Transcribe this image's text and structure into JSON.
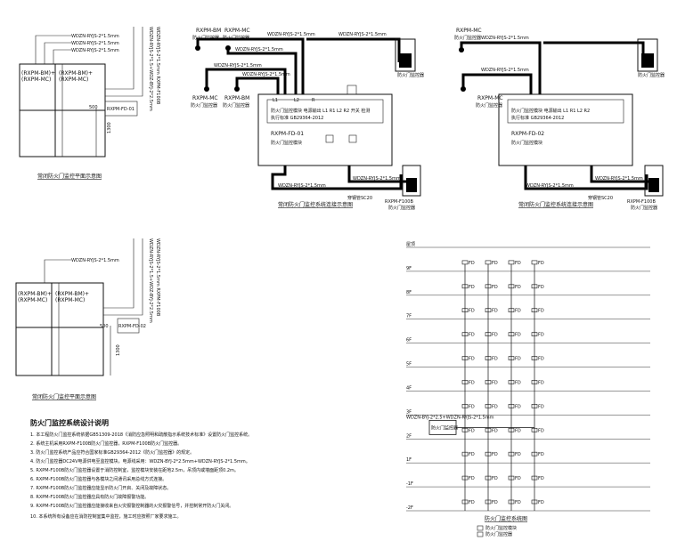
{
  "panel_a": {
    "cables": [
      "WDZN-RYJS-2*1.5mm",
      "WDZN-RYJS-2*1.5mm",
      "WDZN-RYJS-2*1.5mm"
    ],
    "doors": [
      "(RXPM-BM)+\n(RXPM-MC)",
      "(RXPM-BM)+\n(RXPM-MC)"
    ],
    "vertical_cable": "WDZN-RYJS-2*1.5+WDZ-BYJ-2*2.5mm",
    "vertical_cable2": "WDZN-RYJS-2*1.5mm RXPM-F100B",
    "box_label": "RXPM-FD-01",
    "dim_500": "500",
    "dim_1300": "1300",
    "caption": "常闭防火门监控平面示意图"
  },
  "panel_b": {
    "doors": [
      "(RXPM-BM)+\n(RXPM-MC)",
      "(RXPM-BM)+\n(RXPM-MC)"
    ],
    "cable": "WDZN-RYJS-2*1.5mm",
    "vertical_cable": "WDZN-RYJS-2*1.5+WDZ-BYJ-2*2.5mm",
    "vertical_cable2": "WDZN-RYJS-2*1.5mm RXPM-F100B",
    "box_label": "RXPM-FD-02",
    "dim_500": "500",
    "dim_1300": "1300",
    "caption": "常闭防火门监控平面示意图"
  },
  "panel_c": {
    "top_labels": [
      "RXPM-BM",
      "RXPM-MC"
    ],
    "top_sub": [
      "防火门监控器",
      "防火门监控器"
    ],
    "left_labels": [
      "RXPM-MC",
      "RXPM-BM"
    ],
    "left_sub": [
      "防火门监控器",
      "防火门监控器"
    ],
    "cables": [
      "WDZN-RYJS-2*1.5mm",
      "WDZN-RYJS-2*1.5mm",
      "WDZN-RYJS-2*1.5mm",
      "WDZN-RYJS-2*1.5mm",
      "WDZN-RYJS-2*1.5mm"
    ],
    "terminals": [
      "L1",
      "L2",
      "R"
    ],
    "box_line1": "防火门监控模块  电源输出 L1 R1 L2 R2 开关 检测",
    "box_line2": "执行标准 GB29364-2012",
    "box_id": "RXPM-FD-01",
    "box_type": "防火门监控模块",
    "bottom_cable": "WDZN-RYJS-2*1.5mm",
    "bottom_cable2": "WDZN-RYJS-2*1.5mm",
    "sc": "穿钢管SC20",
    "right_top": "防火门监控器",
    "right_bottom": "RXPM-F100B",
    "right_bottom_sub": "防火门监控器",
    "caption": "常闭防火门监控系统连接示意图"
  },
  "panel_d": {
    "top_label": "RXPM-MC",
    "top_sub": "防火门监控器",
    "left_label": "RXPM-MC",
    "left_sub": "防火门监控器",
    "cables": [
      "WDZN-RYJS-2*1.5mm",
      "WDZN-RYJS-2*1.5mm"
    ],
    "box_line1": "防火门监控模块  电源输出 L1 R1 L2 R2",
    "box_line2": "执行标准 GB29364-2012",
    "box_id": "RXPM-FD-02",
    "box_type": "防火门监控模块",
    "bottom_cable": "WDZN-RYJS-2*1.5mm",
    "bottom_cable2": "WDZN-RYJS-2*1.5mm",
    "sc": "穿钢管SC20",
    "right_top": "防火门监控器",
    "right_bottom": "RXPM-F100B",
    "right_bottom_sub": "防火门监控器",
    "caption": "常闭防火门监控系统连接示意图"
  },
  "notes": {
    "title": "防火门监控系统设计说明",
    "lines": [
      "1. 本工程防火门监控系统依据GB51309-2018《消防应急照明和疏散指示系统技术标准》设置防火门监控系统。",
      "2. 系统主机采用RXPM-F100B防火门监控器，RXPM-F100B防火门监控器。",
      "3. 防火门监控系统产品应符合国家标准GB29364-2012《防火门监控器》的规定。",
      "4. 防火门监控器DC24V电源供电至监控模块，电源线采用：WDZN-BYJ-2*2.5mm+WDZN-RYJS-2*1.5mm。",
      "5. RXPM-F100B防火门监控器设置于消防控制室，监控模块安装在距地2.5m，吊顶内或墙面距顶0.2m。",
      "6. RXPM-F100B防火门监控器与各模块之间通讯采用总线方式连接。",
      "7. RXPM-F100B防火门监控器应能显示防火门开启、关闭及故障状态。",
      "8. RXPM-F100B防火门监控器应具有防火门故障报警功能。",
      "9. RXPM-F100B防火门监控器应能接收来自火灾报警控制器的火灾报警信号，并控制常开防火门关闭。",
      "10. 本系统所有设备应在消防控制室集中监控，施工时应按照厂家要求施工。"
    ]
  },
  "system": {
    "floors": [
      "屋顶",
      "9F",
      "8F",
      "7F",
      "6F",
      "5F",
      "4F",
      "3F",
      "2F",
      "1F",
      "-1F",
      "-2F"
    ],
    "controller_cable": "WDZN-BYJ-2*2.5+WDZN-RYJS-2*1.5mm",
    "controller_label": "防火门监控器",
    "module_tags": [
      "FD",
      "FD",
      "FD",
      "FD"
    ],
    "legend": [
      "防火门监控模块",
      "防火门监控器"
    ],
    "caption": "防火门监控系统图"
  }
}
